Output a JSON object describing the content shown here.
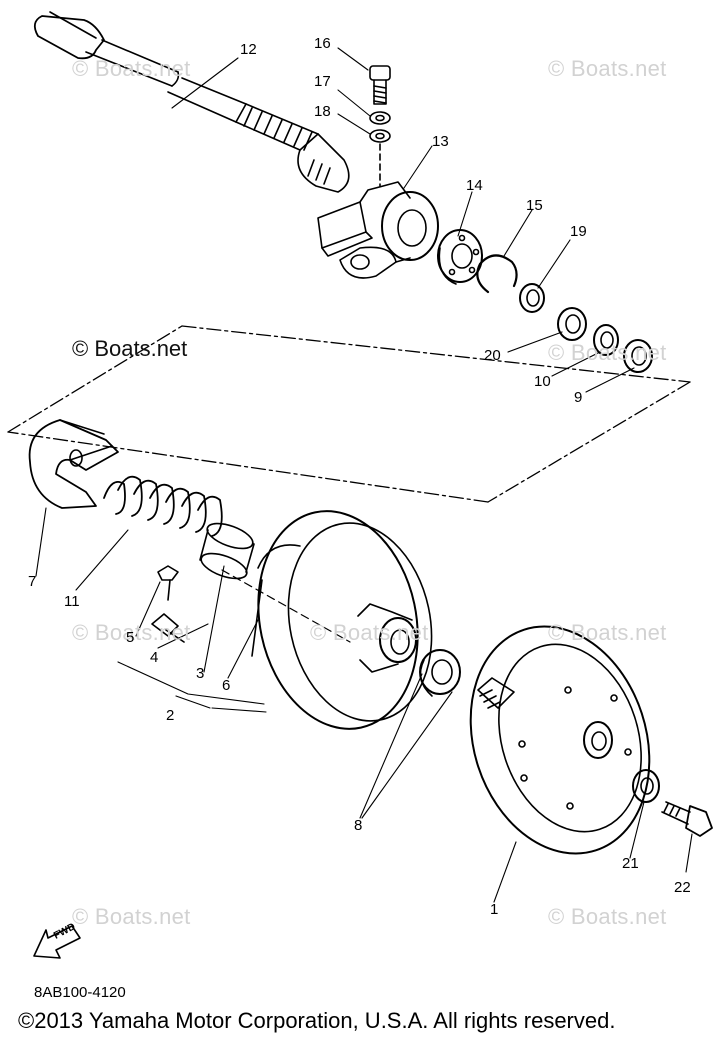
{
  "watermarks": {
    "strong": "© Boats.net",
    "faint": [
      "© Boats.net",
      "© Boats.net",
      "© Boats.net",
      "© Boats.net",
      "© Boats.net",
      "© Boats.net",
      "© Boats.net",
      "© Boats.net"
    ]
  },
  "callouts": [
    "1",
    "2",
    "3",
    "4",
    "5",
    "6",
    "7",
    "8",
    "9",
    "10",
    "11",
    "12",
    "13",
    "14",
    "15",
    "16",
    "17",
    "18",
    "19",
    "20",
    "21",
    "22"
  ],
  "fwd_label": "FWD",
  "diagram_code": "8AB100-4120",
  "copyright": "©2013 Yamaha Motor Corporation, U.S.A. All rights reserved."
}
